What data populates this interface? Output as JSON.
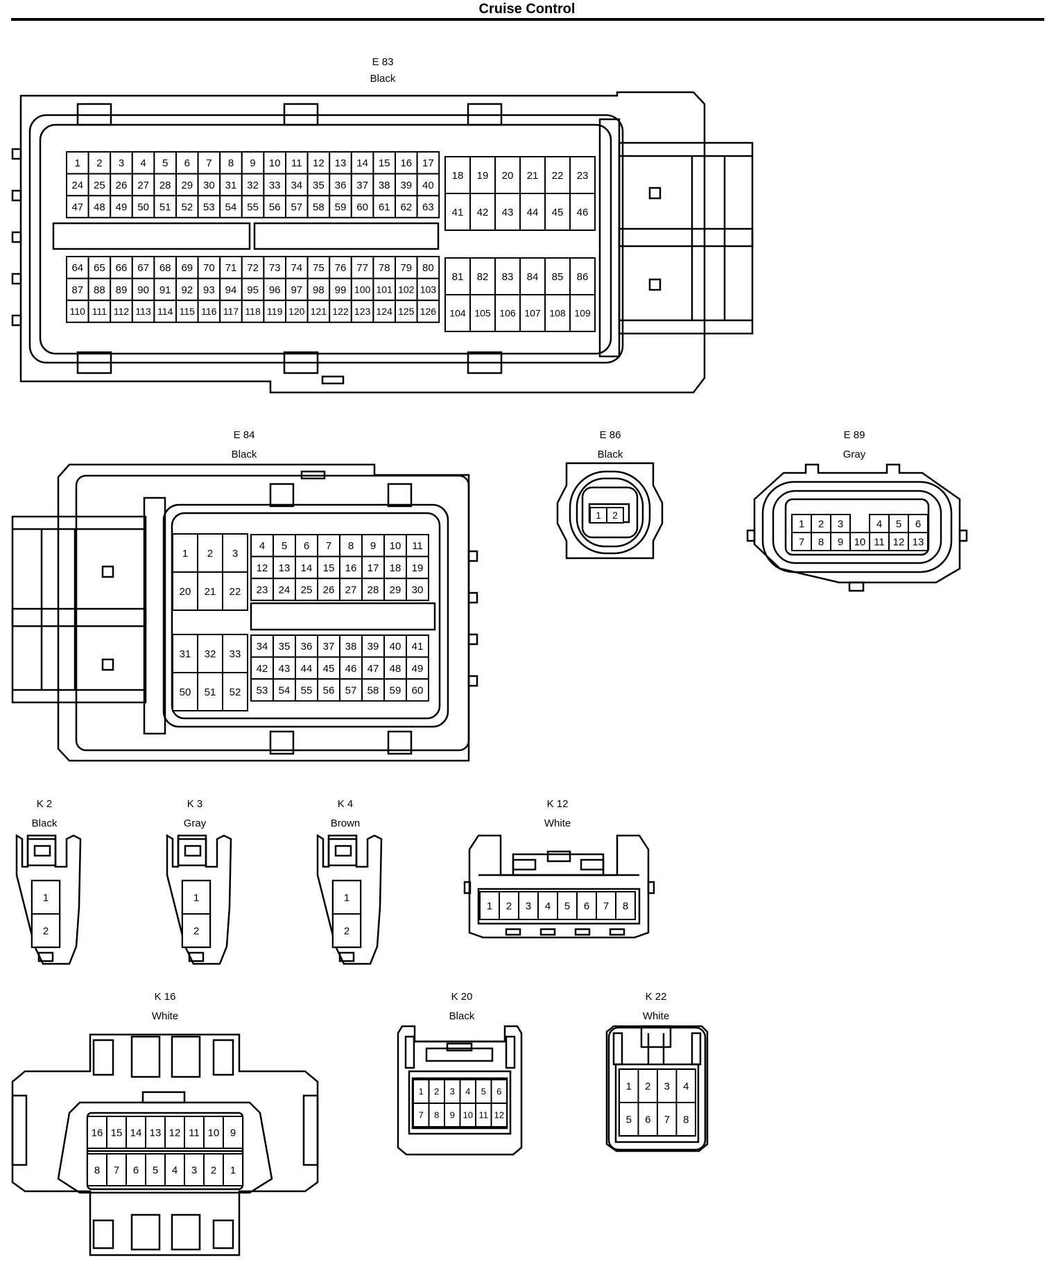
{
  "title": "Cruise Control",
  "connectors": [
    {
      "id": "E83",
      "code": "E 83",
      "color": "Black",
      "blocks": [
        {
          "rows": [
            [
              1,
              2,
              3,
              4,
              5,
              6,
              7,
              8,
              9,
              10,
              11,
              12,
              13,
              14,
              15,
              16,
              17
            ],
            [
              24,
              25,
              26,
              27,
              28,
              29,
              30,
              31,
              32,
              33,
              34,
              35,
              36,
              37,
              38,
              39,
              40
            ],
            [
              47,
              48,
              49,
              50,
              51,
              52,
              53,
              54,
              55,
              56,
              57,
              58,
              59,
              60,
              61,
              62,
              63
            ]
          ]
        },
        {
          "rows": [
            [
              18,
              19,
              20,
              21,
              22,
              23
            ],
            [
              41,
              42,
              43,
              44,
              45,
              46
            ]
          ]
        },
        {
          "rows": [
            [
              64,
              65,
              66,
              67,
              68,
              69,
              70,
              71,
              72,
              73,
              74,
              75,
              76,
              77,
              78,
              79,
              80
            ],
            [
              87,
              88,
              89,
              90,
              91,
              92,
              93,
              94,
              95,
              96,
              97,
              98,
              99,
              100,
              101,
              102,
              103
            ],
            [
              110,
              111,
              112,
              113,
              114,
              115,
              116,
              117,
              118,
              119,
              120,
              121,
              122,
              123,
              124,
              125,
              126
            ]
          ]
        },
        {
          "rows": [
            [
              81,
              82,
              83,
              84,
              85,
              86
            ],
            [
              104,
              105,
              106,
              107,
              108,
              109
            ]
          ]
        }
      ]
    },
    {
      "id": "E84",
      "code": "E 84",
      "color": "Black",
      "blocks": [
        {
          "rows": [
            [
              1,
              2,
              3
            ],
            [
              20,
              21,
              22
            ]
          ]
        },
        {
          "rows": [
            [
              4,
              5,
              6,
              7,
              8,
              9,
              10,
              11
            ],
            [
              12,
              13,
              14,
              15,
              16,
              17,
              18,
              19
            ],
            [
              23,
              24,
              25,
              26,
              27,
              28,
              29,
              30
            ]
          ]
        },
        {
          "rows": [
            [
              31,
              32,
              33
            ],
            [
              50,
              51,
              52
            ]
          ]
        },
        {
          "rows": [
            [
              34,
              35,
              36,
              37,
              38,
              39,
              40,
              41
            ],
            [
              42,
              43,
              44,
              45,
              46,
              47,
              48,
              49
            ],
            [
              53,
              54,
              55,
              56,
              57,
              58,
              59,
              60
            ]
          ]
        }
      ]
    },
    {
      "id": "E86",
      "code": "E 86",
      "color": "Black",
      "blocks": [
        {
          "rows": [
            [
              1,
              2
            ]
          ]
        }
      ]
    },
    {
      "id": "E89",
      "code": "E 89",
      "color": "Gray",
      "blocks": [
        {
          "rows": [
            [
              1,
              2,
              3,
              "",
              4,
              5,
              6
            ],
            [
              7,
              8,
              9,
              10,
              11,
              12,
              13
            ]
          ]
        }
      ]
    },
    {
      "id": "K2",
      "code": "K 2",
      "color": "Black",
      "blocks": [
        {
          "rows": [
            [
              1
            ],
            [
              2
            ]
          ]
        }
      ]
    },
    {
      "id": "K3",
      "code": "K 3",
      "color": "Gray",
      "blocks": [
        {
          "rows": [
            [
              1
            ],
            [
              2
            ]
          ]
        }
      ]
    },
    {
      "id": "K4",
      "code": "K 4",
      "color": "Brown",
      "blocks": [
        {
          "rows": [
            [
              1
            ],
            [
              2
            ]
          ]
        }
      ]
    },
    {
      "id": "K12",
      "code": "K 12",
      "color": "White",
      "blocks": [
        {
          "rows": [
            [
              1,
              2,
              3,
              4,
              5,
              6,
              7,
              8
            ]
          ]
        }
      ]
    },
    {
      "id": "K16",
      "code": "K 16",
      "color": "White",
      "blocks": [
        {
          "rows": [
            [
              16,
              15,
              14,
              13,
              12,
              11,
              10,
              9
            ],
            [
              8,
              7,
              6,
              5,
              4,
              3,
              2,
              1
            ]
          ]
        }
      ]
    },
    {
      "id": "K20",
      "code": "K 20",
      "color": "Black",
      "blocks": [
        {
          "rows": [
            [
              1,
              2,
              3,
              4,
              5,
              6
            ],
            [
              7,
              8,
              9,
              10,
              11,
              12
            ]
          ]
        }
      ]
    },
    {
      "id": "K22",
      "code": "K 22",
      "color": "White",
      "blocks": [
        {
          "rows": [
            [
              1,
              2,
              3,
              4
            ],
            [
              5,
              6,
              7,
              8
            ]
          ]
        }
      ]
    }
  ]
}
